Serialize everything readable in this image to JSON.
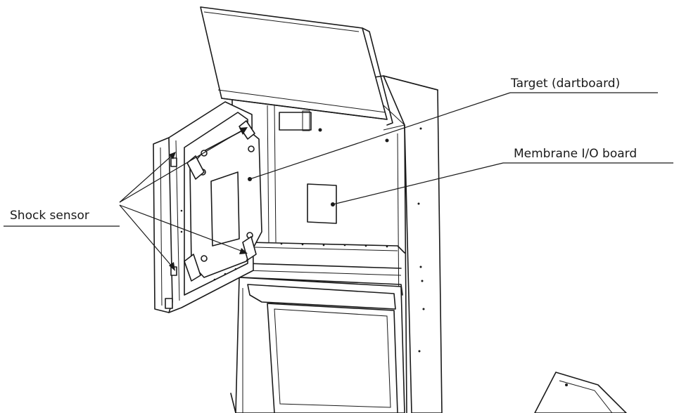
{
  "callouts": {
    "target": "Target (dartboard)",
    "membrane": "Membrane I/O board",
    "shock": "Shock sensor"
  },
  "colors": {
    "line": "#1a1a1a",
    "background": "#ffffff"
  }
}
